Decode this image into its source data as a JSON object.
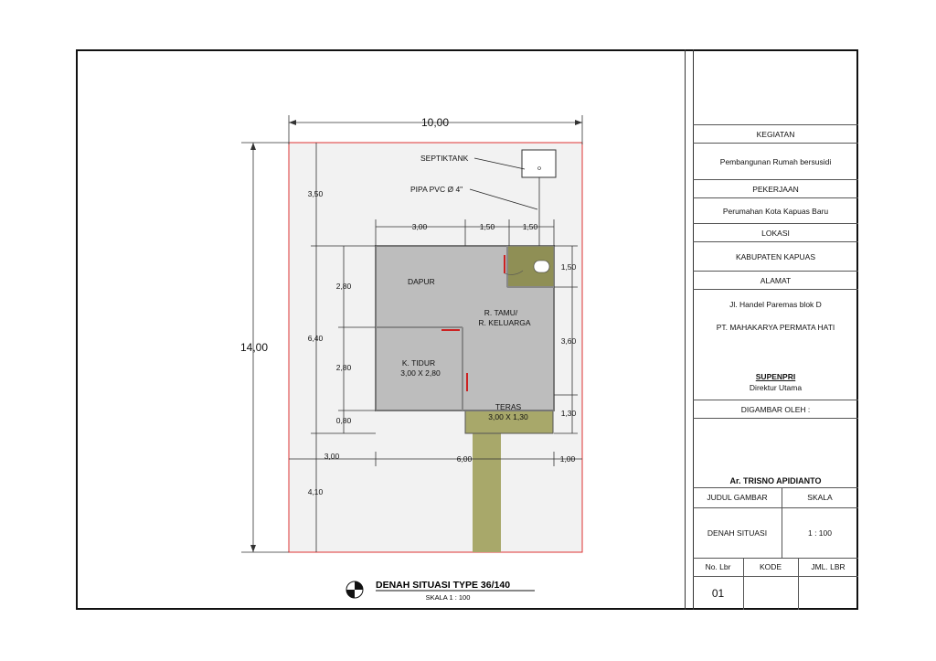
{
  "plan": {
    "dim_total_width": "10,00",
    "dim_total_height": "14,00",
    "dim_top_left": "3,00",
    "dim_top_mid": "1,50",
    "dim_top_right": "1,50",
    "dim_front": "3,50",
    "dim_house": "6,40",
    "dim_dapur": "2,80",
    "dim_tidur": "2,80",
    "dim_low": "0,80",
    "dim_back": "4,10",
    "dim_bot_left": "3,00",
    "dim_bot_mid": "6,00",
    "dim_bot_right": "1,00",
    "dim_wc": "1,50",
    "dim_tamu": "3,60",
    "dim_teras": "1,30",
    "septiktank": "SEPTIKTANK",
    "pipa": "PIPA PVC Ø  4\"",
    "dapur": "DAPUR",
    "tamu_1": "R. TAMU/",
    "tamu_2": "R. KELUARGA",
    "tidur_1": "K. TIDUR",
    "tidur_2": "3,00 X 2,80",
    "teras_1": "TERAS",
    "teras_2": "3,00 X 1,30",
    "title": "DENAH SITUASI TYPE 36/140",
    "scale": "SKALA 1 : 100"
  },
  "titleblock": {
    "kegiatan_label": "KEGIATAN",
    "kegiatan_value": "Pembangunan Rumah bersusidi",
    "pekerjaan_label": "PEKERJAAN",
    "pekerjaan_value": "Perumahan Kota Kapuas Baru",
    "lokasi_label": "LOKASI",
    "lokasi_value": "KABUPATEN KAPUAS",
    "alamat_label": "ALAMAT",
    "alamat_value": "Jl. Handel Paremas blok D",
    "company": "PT. MAHAKARYA PERMATA HATI",
    "signer_name": "SUPENPRI",
    "signer_title": "Direktur Utama",
    "digambar_label": "DIGAMBAR OLEH :",
    "drafter": "Ar. TRISNO APIDIANTO",
    "judul_label": "JUDUL GAMBAR",
    "skala_label": "SKALA",
    "judul_value": "DENAH SITUASI",
    "skala_value": "1 : 100",
    "nolbr_label": "No. Lbr",
    "kode_label": "KODE",
    "jmllbr_label": "JML. LBR",
    "nolbr_value": "01"
  }
}
